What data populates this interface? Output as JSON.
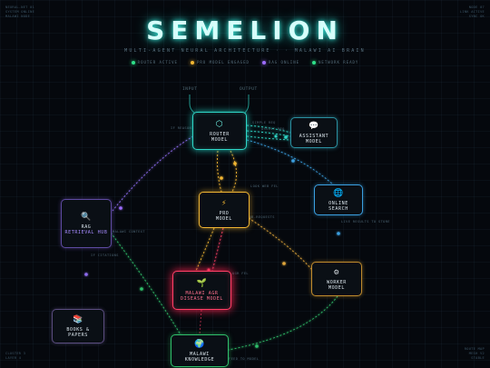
{
  "header": {
    "title": "SEMELION",
    "subtitle": "MULTI-AGENT NEURAL ARCHITECTURE · · MALAWI AI BRAIN"
  },
  "legend": [
    {
      "label": "ROUTER ACTIVE",
      "color": "#2fe08a"
    },
    {
      "label": "PRO MODEL ENGAGED",
      "color": "#f2b632"
    },
    {
      "label": "RAG ONLINE",
      "color": "#9d6cff"
    },
    {
      "label": "NETWORK READY",
      "color": "#2fe08a"
    }
  ],
  "io": {
    "input": "INPUT",
    "output": "OUTPUT"
  },
  "nodes": {
    "router": {
      "icon": "⬡",
      "line1": "ROUTER",
      "line2": "MODEL",
      "color": "#2fd6c6"
    },
    "assistant": {
      "icon": "💬",
      "line1": "ASSISTANT",
      "line2": "MODEL",
      "color": "#39b6c9"
    },
    "pro": {
      "icon": "⚡",
      "line1": "PRO",
      "line2": "MODEL",
      "color": "#f2b632"
    },
    "online": {
      "icon": "🌐",
      "line1": "ONLINE",
      "line2": "SEARCH",
      "color": "#3a9fe0"
    },
    "rag": {
      "icon": "🔍",
      "line1": "RAG",
      "line2": "RETRIEVAL HUB",
      "color": "#8e6cf0"
    },
    "worker": {
      "icon": "⚙",
      "line1": "WORKER",
      "line2": "MODEL",
      "color": "#e0a63a"
    },
    "agri": {
      "icon": "🌱",
      "line1": "MALAWI AGR",
      "line2": "DISEASE MODEL",
      "color": "#ff3f66"
    },
    "books": {
      "icon": "📚",
      "line1": "BOOKS &",
      "line2": "PAPERS",
      "color": "#8f7ac8"
    },
    "knowledge": {
      "icon": "🌍",
      "line1": "MALAWI",
      "line2": "KNOWLEDGE",
      "color": "#2fbf6a"
    }
  },
  "edge_labels": {
    "router_rag": "IF REASONING",
    "router_assistant_a": "SIMPLE REQ",
    "router_assistant_b": "ASSIST REQ",
    "router_pro": "LONG REQ",
    "pro_online": "LOOK WEB FEL",
    "pro_worker": "SUB-REQUESTS",
    "online_worker": "LIVE RESULTS TO STORE",
    "rag_knowledge": "MALAWI CONTEXT",
    "rag_books": "IF CITATIONS",
    "agri_label": "AGR FEL",
    "knowledge_label": "FEED TO MODEL"
  },
  "corners": {
    "tl": [
      "NEURAL-NET 01",
      "SYSTEM ONLINE",
      "MALAWI NODE"
    ],
    "tr": [
      "NODE 07",
      "LINK ACTIVE",
      "SYNC OK"
    ],
    "bl": [
      "CLUSTER 3",
      "LAYER 4"
    ],
    "br": [
      "ROUTE MAP",
      "MESH V2",
      "STABLE"
    ]
  }
}
